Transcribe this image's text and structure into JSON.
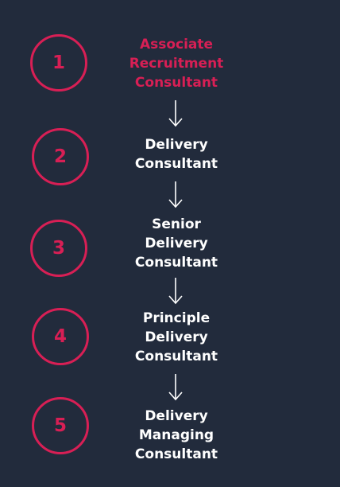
{
  "steps": [
    {
      "number": "1",
      "label": "Associate\nRecruitment\nConsultant"
    },
    {
      "number": "2",
      "label": "Delivery\nConsultant"
    },
    {
      "number": "3",
      "label": "Senior\nDelivery\nConsultant"
    },
    {
      "number": "4",
      "label": "Principle\nDelivery\nConsultant"
    },
    {
      "number": "5",
      "label": "Delivery\nManaging\nConsultant"
    }
  ],
  "colors": {
    "background": "#222b3c",
    "accent": "#d81f55",
    "text": "#ffffff"
  }
}
